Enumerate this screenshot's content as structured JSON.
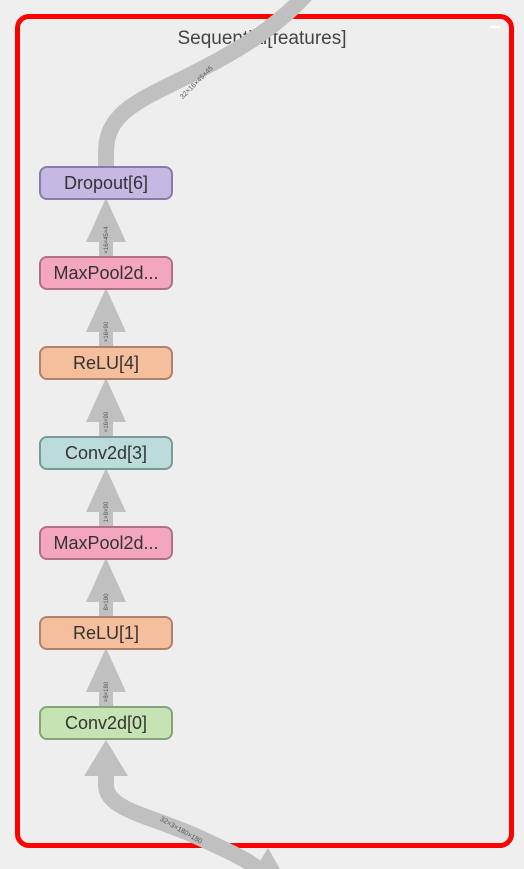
{
  "cluster": {
    "title": "Sequential[features]",
    "border_color": "#ff0000"
  },
  "nodes": [
    {
      "label": "Dropout[6]",
      "fill": "#c5b8e2",
      "stroke": "#8a7aaa"
    },
    {
      "label": "MaxPool2d...",
      "fill": "#f4a6bf",
      "stroke": "#b07085"
    },
    {
      "label": "ReLU[4]",
      "fill": "#f5bf9d",
      "stroke": "#b0826a"
    },
    {
      "label": "Conv2d[3]",
      "fill": "#bcdcdc",
      "stroke": "#7a9a9a"
    },
    {
      "label": "MaxPool2d...",
      "fill": "#f4a6bf",
      "stroke": "#b07085"
    },
    {
      "label": "ReLU[1]",
      "fill": "#f5bf9d",
      "stroke": "#b0826a"
    },
    {
      "label": "Conv2d[0]",
      "fill": "#c5e3b3",
      "stroke": "#86a478"
    }
  ],
  "edges": {
    "output": "32×16×45×45",
    "dropout_in": "×16×45×4",
    "relu4_out": "×16×90",
    "conv3_out": "×16×90",
    "maxpool1_out": "1×8×90",
    "relu1_out": "8×180",
    "conv0_out": "×8×180",
    "input": "32×3×180×180"
  },
  "edge_color": "#c0c0c0"
}
